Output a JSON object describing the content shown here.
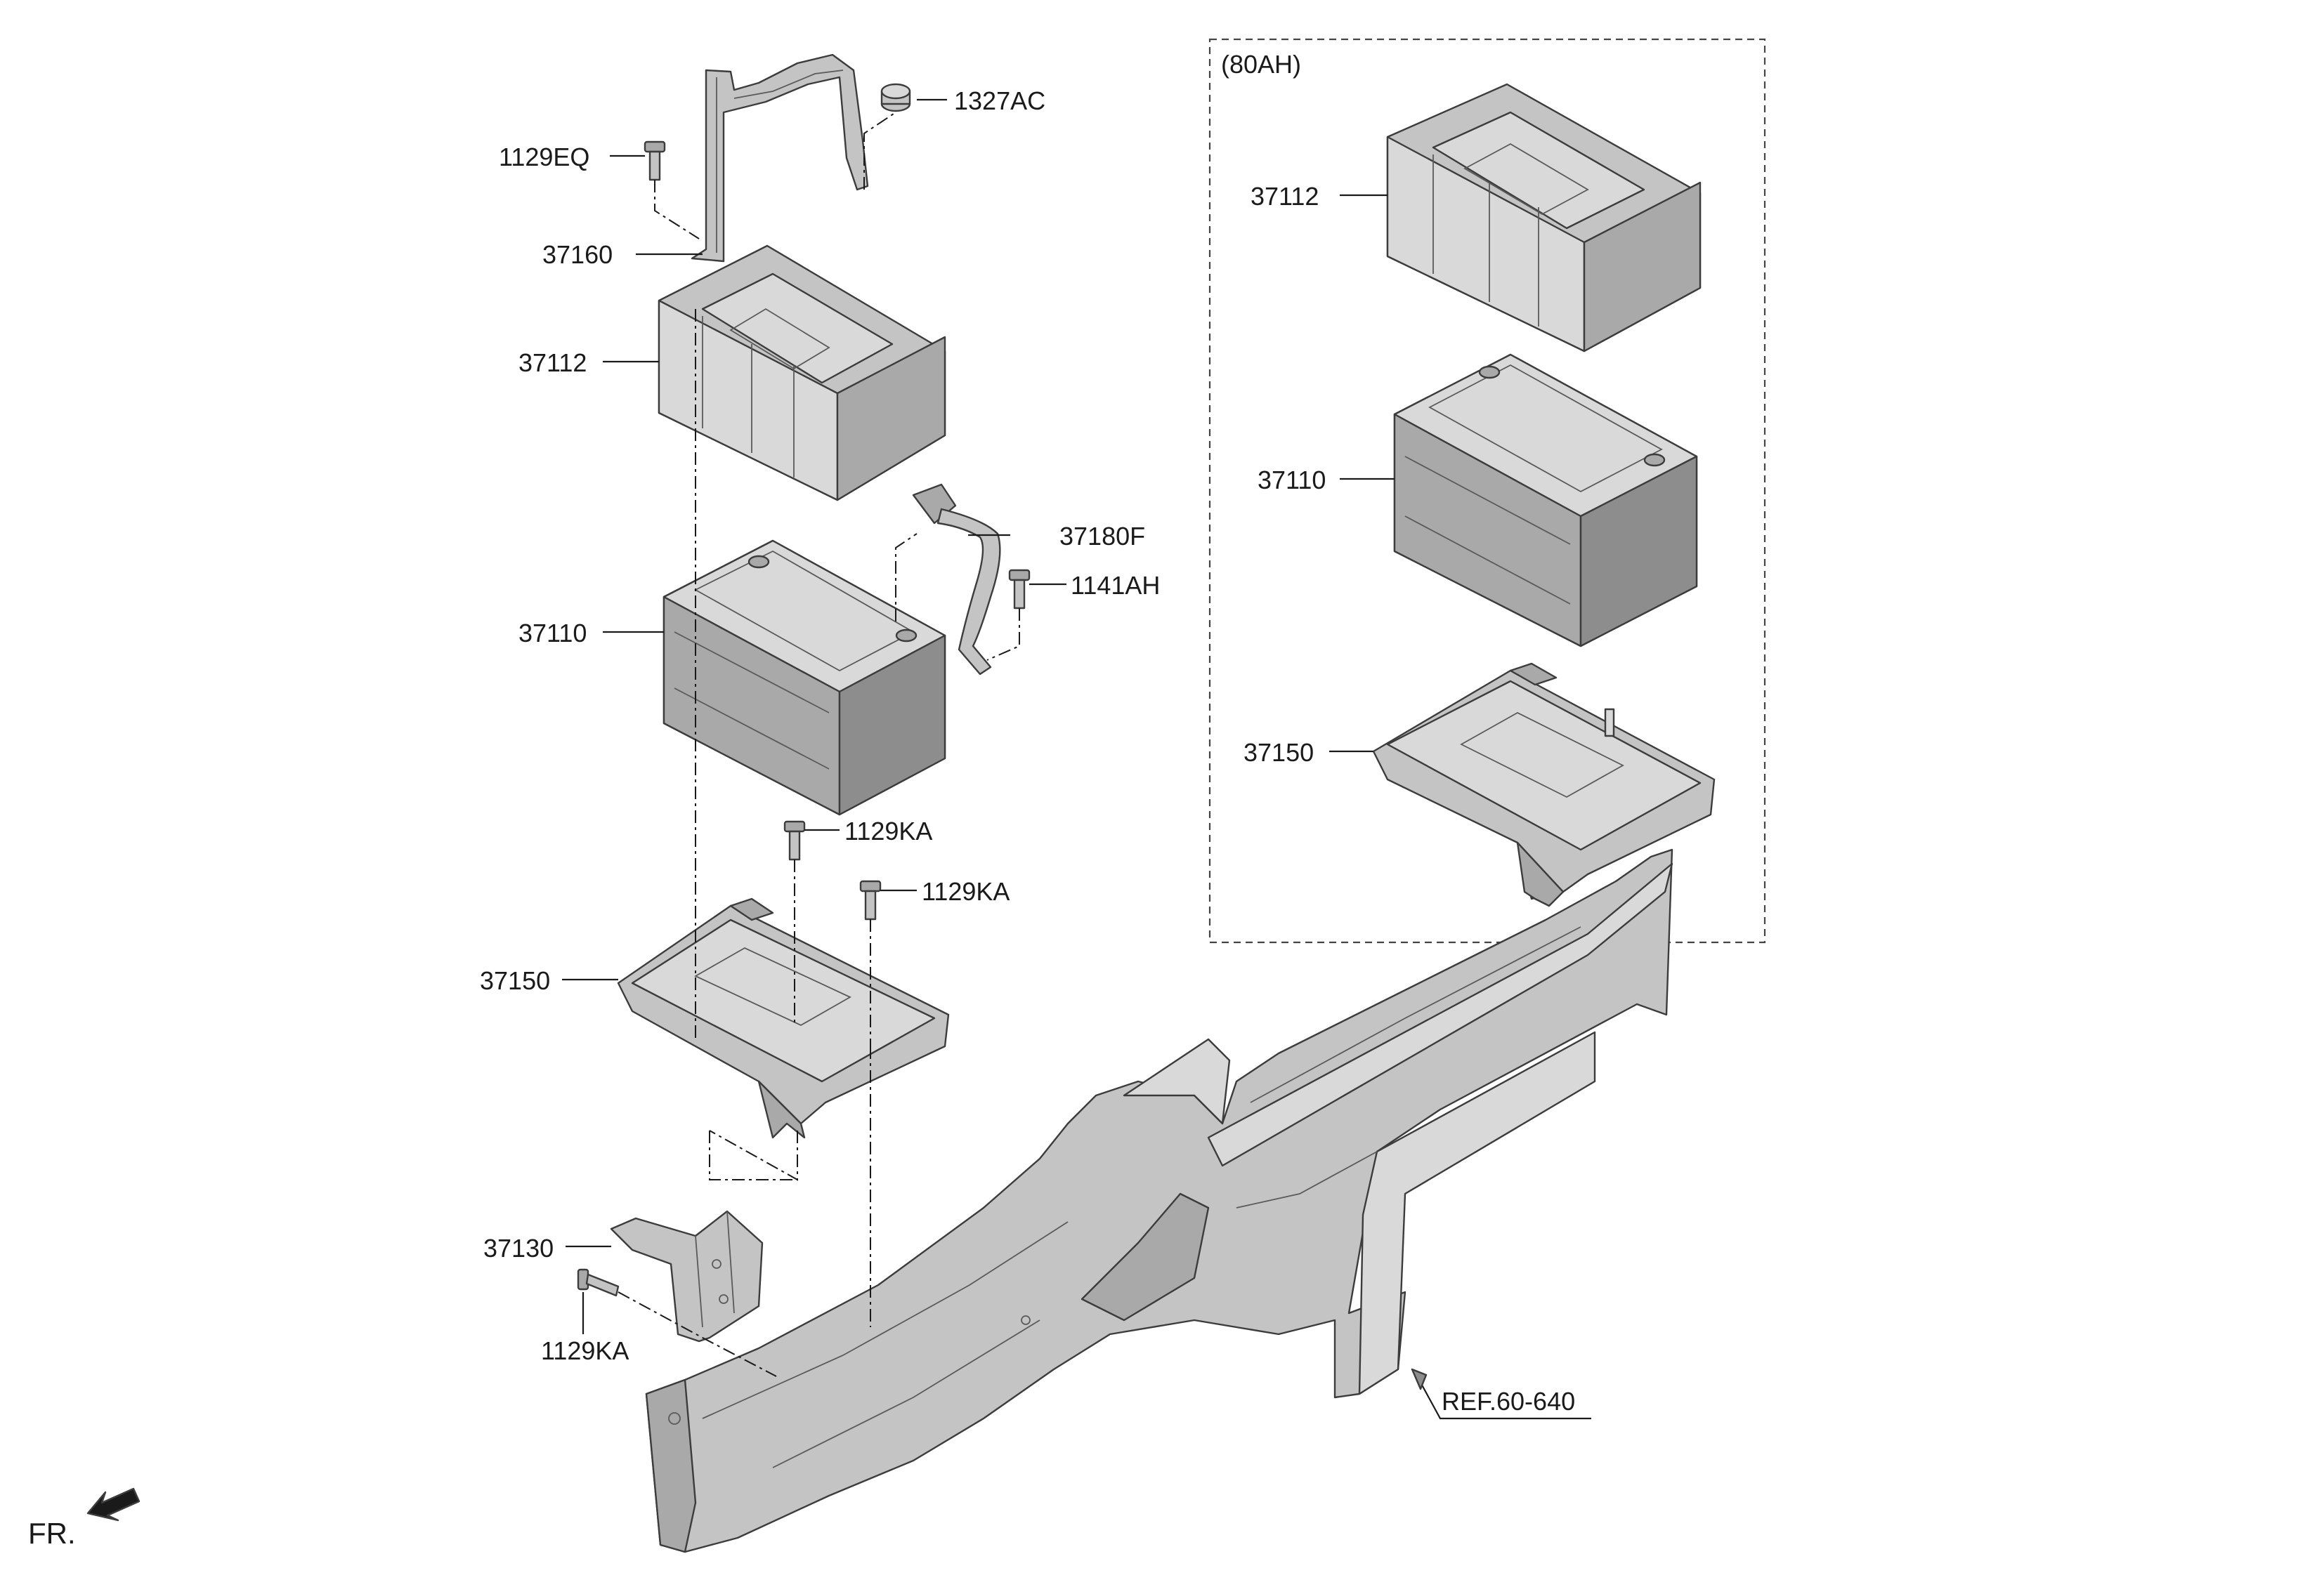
{
  "labels": {
    "bolt_1129EQ": "1129EQ",
    "nut_1327AC": "1327AC",
    "clamp_37160": "37160",
    "cover_37112_left": "37112",
    "battery_37110_left": "37110",
    "cable_37180F": "37180F",
    "bolt_1141AH": "1141AH",
    "bolt_1129KA_a": "1129KA",
    "bolt_1129KA_b": "1129KA",
    "tray_37150_left": "37150",
    "bracket_37130": "37130",
    "bolt_1129KA_c": "1129KA",
    "variant_title": "(80AH)",
    "cover_37112_right": "37112",
    "battery_37110_right": "37110",
    "tray_37150_right": "37150",
    "reference": "REF.60-640",
    "front_indicator": "FR."
  },
  "colors": {
    "line": "#1a1a1a",
    "part_light": "#d9d9d9",
    "part_mid": "#c4c4c4",
    "part_dark": "#a9a9a9"
  }
}
